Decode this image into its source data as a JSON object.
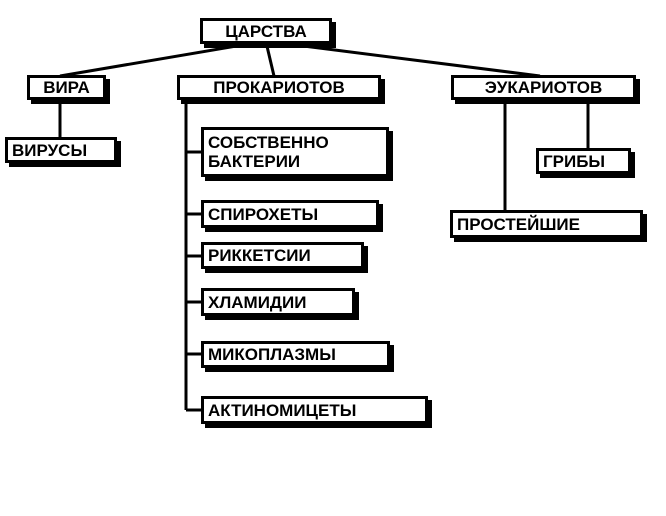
{
  "diagram": {
    "root": "ЦАРСТВА",
    "branches": {
      "vira": {
        "label": "ВИРА",
        "children": [
          "ВИРУСЫ"
        ]
      },
      "prokaryotes": {
        "label": "ПРОКАРИОТОВ",
        "children": [
          "СОБСТВЕННО\nБАКТЕРИИ",
          "СПИРОХЕТЫ",
          "РИККЕТСИИ",
          "ХЛАМИДИИ",
          "МИКОПЛАЗМЫ",
          "АКТИНОМИЦЕТЫ"
        ]
      },
      "eukaryotes": {
        "label": "ЭУКАРИОТОВ",
        "children": [
          "ГРИБЫ",
          "ПРОСТЕЙШИЕ"
        ]
      }
    },
    "colors": {
      "line": "#000000",
      "box_fill": "#ffffff",
      "text": "#000000"
    }
  }
}
